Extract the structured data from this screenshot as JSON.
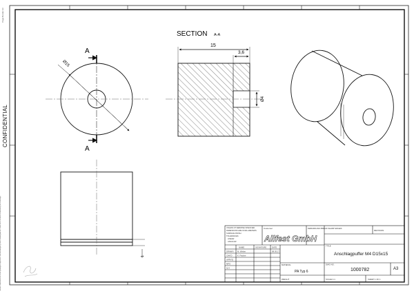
{
  "side": {
    "confidential": "CONFIDENTIAL",
    "page_label": "Page Border A3",
    "note": "Dieses Dokument ist unser geistiges Eigentum. Vervielfaeltigung oder Weitergabe an Dritte ohne unsere Zustimmung ist untersagt."
  },
  "drawing": {
    "section_title": "SECTION",
    "section_letters": "A-A",
    "cut_mark_top": "A",
    "cut_mark_bottom": "A",
    "dim_diameter_outer": "Ø15",
    "dim_length": "15",
    "dim_bore_depth": "3,6",
    "dim_bore_diameter": "Ø4",
    "dim_chamfer": "1"
  },
  "title_block": {
    "general_notes": [
      "UNLESS OTHERWISE SPECIFIED",
      "DIMENSIONS ARE IN MILLIMETERS",
      "SURFACE FINISH",
      "TOLERANCES",
      "LINEAR",
      "ANGULAR"
    ],
    "customer_label": "Customer",
    "company_name": "Allfest GmbH",
    "deburr_label": "DEBURR AND BREAK SHARP EDGES",
    "revision_label": "REVISION",
    "table_headers": [
      "NAME",
      "SIGNATURE",
      "DATE"
    ],
    "roles": [
      "DRAWN",
      "CHK'D",
      "APPV'D",
      "MFG",
      "Q.A"
    ],
    "drawn_by": "M. Weber",
    "checked_by": "K. Fischer",
    "drawn_date": "08.05.17",
    "title_label": "TITLE",
    "part_title": "Anschlagpuffer M4 D15x15",
    "material_label": "MATERIAL",
    "material": "PA Typ 6",
    "dwg_label": "DWG NO.",
    "drawing_number": "1000782",
    "sheet_size": "A3",
    "weight_label": "WEIGHT",
    "scale_label": "SCALE:1:1",
    "sheet_label": "SHEET 1 OF 1"
  }
}
